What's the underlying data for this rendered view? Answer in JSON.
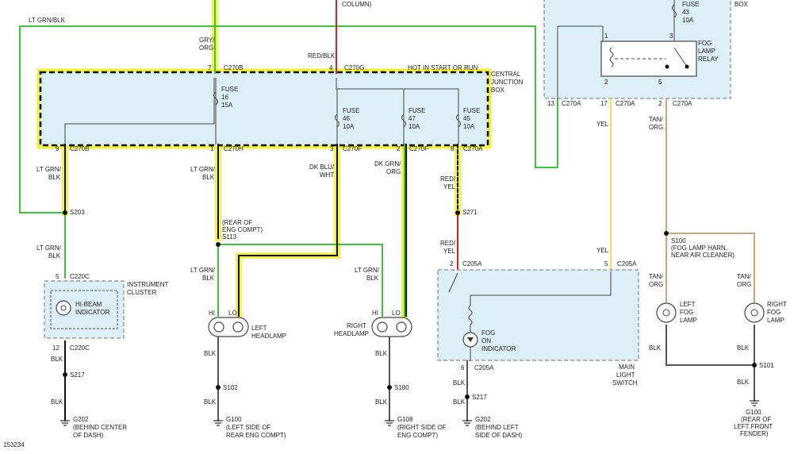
{
  "figure_id": "153234",
  "header": {
    "column": "COLUMN)",
    "box": "BOX"
  },
  "wires": {
    "lt_grn_blk": "LT GRN/BLK",
    "gry_org_a": "GRY/",
    "gry_org_b": "ORG",
    "red_blk": "RED/BLK",
    "lt_grn_blk_1a": "LT GRN/",
    "lt_grn_blk_1b": "BLK",
    "lt_grn_blk_2a": "LT GRN/",
    "lt_grn_blk_2b": "BLK",
    "dk_blu_wht_a": "DK BLU/",
    "dk_blu_wht_b": "WHT",
    "dk_grn_org_a": "DK GRN/",
    "dk_grn_org_b": "ORG",
    "red_yel_1a": "RED/",
    "red_yel_1b": "YEL",
    "red_yel_2a": "RED/",
    "red_yel_2b": "YEL",
    "yel_1": "YEL",
    "yel_2": "YEL",
    "tan_org_1a": "TAN/",
    "tan_org_1b": "ORG",
    "lt_grn_blk_3a": "LT GRN/",
    "lt_grn_blk_3b": "BLK",
    "lt_grn_blk_4a": "LT GRN/",
    "lt_grn_blk_4b": "BLK",
    "lt_grn_blk_5a": "LT GRN/",
    "lt_grn_blk_5b": "BLK",
    "tan_org_2a": "TAN/",
    "tan_org_2b": "ORG",
    "tan_org_3a": "TAN/",
    "tan_org_3b": "ORG",
    "blk": "BLK"
  },
  "connectors": {
    "c270b_top": "C270B",
    "c270g": "C270G",
    "c270b_bot": "C270B",
    "c270h": "C270H",
    "c270f_1": "C270F",
    "c270f_2": "C270F",
    "c270a_cjb": "C270A",
    "c270a_13": "C270A",
    "c270a_17": "C270A",
    "c270a_2": "C270A",
    "c220c_top": "C220C",
    "c220c_bot": "C220C",
    "c205a_2": "C205A",
    "c205a_5": "C205A",
    "c205a_6": "C205A"
  },
  "pins": {
    "p7": "7",
    "p4": "4",
    "p9": "9",
    "p1": "1",
    "p3": "3",
    "p2": "2",
    "p8": "8",
    "p13": "13",
    "p17": "17",
    "p2b": "2",
    "p5": "5",
    "p12": "12",
    "p2c": "2",
    "p5b": "5",
    "p6": "6",
    "relay1": "1",
    "relay3": "3",
    "relay2": "2",
    "relay5": "5"
  },
  "cjb": {
    "label_a": "CENTRAL",
    "label_b": "JUNCTION",
    "label_c": "BOX",
    "hot": "HOT IN START OR RUN"
  },
  "fuses": [
    {
      "word": "FUSE",
      "num": "16",
      "amp": "15A"
    },
    {
      "word": "FUSE",
      "num": "46",
      "amp": "10A"
    },
    {
      "word": "FUSE",
      "num": "47",
      "amp": "10A"
    },
    {
      "word": "FUSE",
      "num": "45",
      "amp": "10A"
    },
    {
      "word": "FUSE",
      "num": "43",
      "amp": "10A"
    }
  ],
  "relay": {
    "a": "FOG",
    "b": "LAMP",
    "c": "RELAY"
  },
  "splices": {
    "s203": "S203",
    "s113": "S113",
    "s271": "S271",
    "s100": "S100",
    "s217a": "S217",
    "s102": "S102",
    "s180": "S180",
    "s217b": "S217",
    "s101": "S101"
  },
  "notes": {
    "s113_a": "(REAR OF",
    "s113_b": "ENG COMPT)",
    "s100_a": "(FOG LAMP HARN,",
    "s100_b": "NEAR AIR CLEANER)"
  },
  "components": {
    "cluster_a": "INSTRUMENT",
    "cluster_b": "CLUSTER",
    "hibeam_a": "HI-BEAM",
    "hibeam_b": "INDICATOR",
    "left_hl_a": "LEFT",
    "left_hl_b": "HEADLAMP",
    "right_hl_a": "RIGHT",
    "right_hl_b": "HEADLAMP",
    "hi_1": "HI",
    "lo_1": "LO",
    "hi_2": "HI",
    "lo_2": "LO",
    "fog_ind_a": "FOG",
    "fog_ind_b": "ON",
    "fog_ind_c": "INDICATOR",
    "mls_a": "MAIN",
    "mls_b": "LIGHT",
    "mls_c": "SWITCH",
    "lfog_a": "LEFT",
    "lfog_b": "FOG",
    "lfog_c": "LAMP",
    "rfog_a": "RIGHT",
    "rfog_b": "FOG",
    "rfog_c": "LAMP"
  },
  "grounds": {
    "g202a": "G202",
    "g202a_1": "(BEHIND CENTER",
    "g202a_2": "OF DASH)",
    "g100a": "G100",
    "g100a_1": "(LEFT SIDE OF",
    "g100a_2": "REAR ENG COMPT)",
    "g108": "G108",
    "g108_1": "(RIGHT SIDE OF",
    "g108_2": "ENG COMPT)",
    "g202b": "G202",
    "g202b_1": "(BEHIND LEFT",
    "g202b_2": "SIDE OF DASH)",
    "g100b": "G100",
    "g100b_1": "(REAR OF",
    "g100b_2": "LEFT FRONT",
    "g100b_3": "FENDER)"
  },
  "colors": {
    "lt_grn": "#3cc43c",
    "yellow_hl": "#f2f23a",
    "red": "#e0201c",
    "tan": "#c8a878",
    "yel": "#e8e84a",
    "black": "#111111",
    "box_fill": "#dceef6"
  }
}
